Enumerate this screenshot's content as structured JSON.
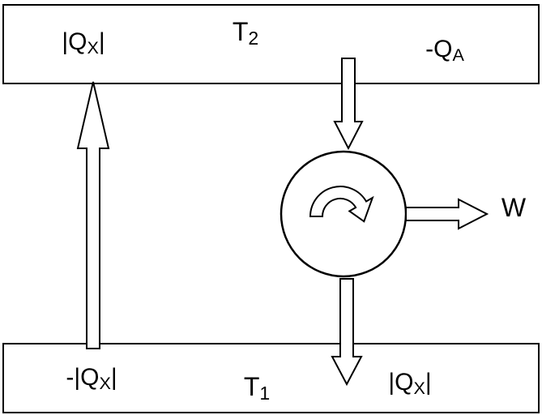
{
  "diagram": {
    "top_reservoir": {
      "heat_x": {
        "pre": "|Q",
        "sub": "X",
        "post": "|"
      },
      "temperature": {
        "pre": "T",
        "sub": "2",
        "post": ""
      },
      "heat_a": {
        "pre": "-Q",
        "sub": "A",
        "post": ""
      }
    },
    "bottom_reservoir": {
      "heat_x_neg": {
        "pre": "-|Q",
        "sub": "X",
        "post": "|"
      },
      "temperature": {
        "pre": "T",
        "sub": "1",
        "post": ""
      },
      "heat_x": {
        "pre": "|Q",
        "sub": "X",
        "post": "|"
      }
    },
    "engine": {
      "work_label": "W"
    }
  },
  "icons": {
    "rotation": "clockwise-curved-arrow"
  },
  "colors": {
    "line": "#000000",
    "background": "#ffffff"
  }
}
